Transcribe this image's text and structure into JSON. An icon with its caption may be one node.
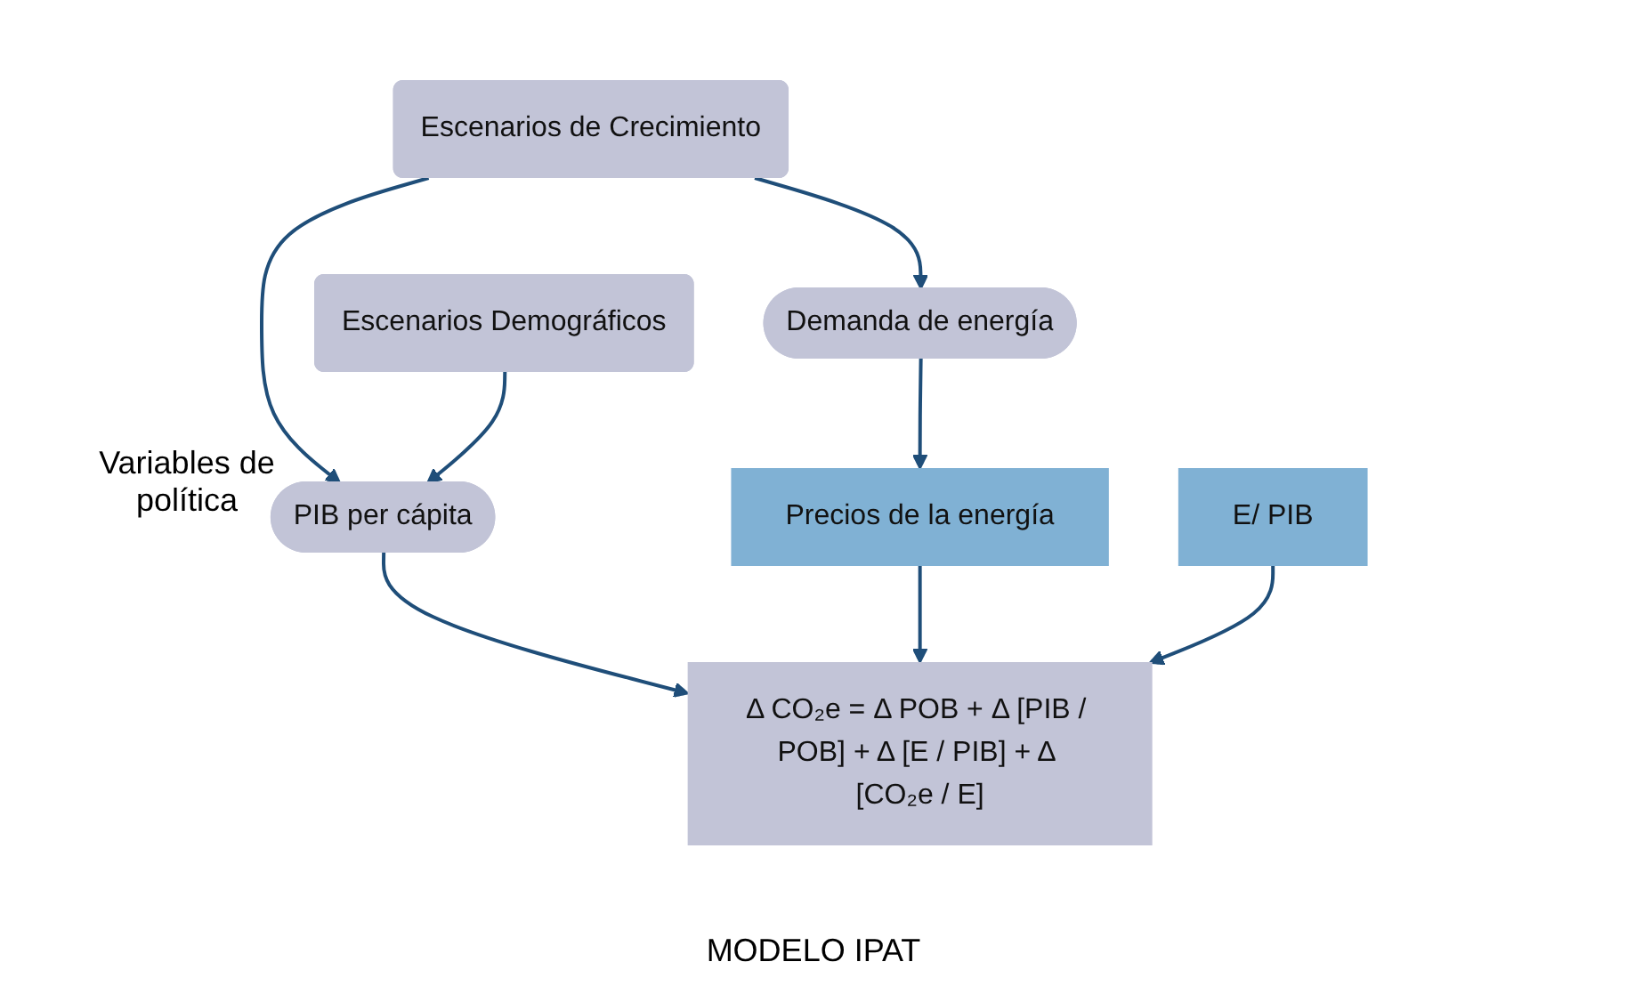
{
  "diagram": {
    "nodes": [
      {
        "text": [
          "Escenarios de Crecimiento"
        ]
      },
      {
        "text": [
          "Escenarios Demográficos"
        ]
      },
      {
        "text": [
          "Demanda de energía"
        ]
      },
      {
        "text": [
          "PIB per cápita"
        ]
      },
      {
        "text": [
          "Precios de la energía"
        ]
      },
      {
        "text": [
          "E/ PIB"
        ]
      },
      {
        "text": [
          "Δ CO₂e = Δ POB + Δ [PIB / POB] + Δ [E / PIB] + Δ [CO₂e / E]"
        ],
        "beside": [
          "MODELO IPAT"
        ]
      }
    ],
    "edges": [
      {
        "from": 0,
        "to": 2,
        "arrow": "to"
      },
      {
        "from": 0,
        "to": 3,
        "arrow": "to"
      },
      {
        "from": 1,
        "to": 3,
        "arrow": "to"
      },
      {
        "from": 2,
        "to": 4,
        "arrow": "to"
      },
      {
        "from": 3,
        "to": 6,
        "arrow": "to"
      },
      {
        "from": 4,
        "to": 6,
        "arrow": "to"
      },
      {
        "from": 5,
        "to": 6,
        "arrow": "to"
      }
    ],
    "labels": [
      "Variables de política"
    ]
  }
}
